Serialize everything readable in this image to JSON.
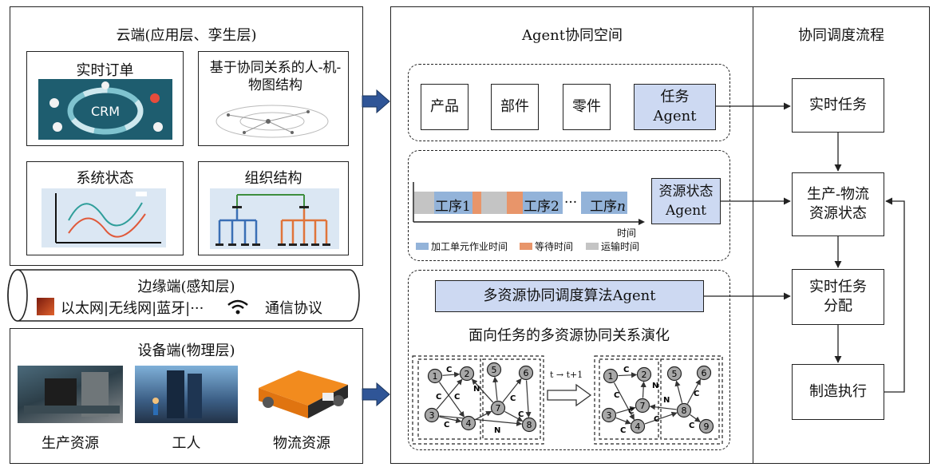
{
  "cloud": {
    "title": "云端(应用层、孪生层)",
    "panels": [
      {
        "label": "实时订单",
        "image_text": "CRM"
      },
      {
        "label": "基于协同关系的人-机-物图结构"
      },
      {
        "label": "系统状态"
      },
      {
        "label": "组织结构"
      }
    ]
  },
  "edge": {
    "title": "边缘端(感知层)",
    "protocols": "以太网|无线网|蓝牙|···",
    "protocol_label": "通信协议"
  },
  "device": {
    "title": "设备端(物理层)",
    "items": [
      "生产资源",
      "工人",
      "物流资源"
    ]
  },
  "agent_space": {
    "title": "Agent协同空间",
    "row1": [
      "产品",
      "部件",
      "零件"
    ],
    "task_agent": "任务\nAgent",
    "timeline": {
      "ops": [
        "工序1",
        "工序2",
        "工序",
        "n"
      ],
      "ellipsis": "···",
      "axis_label": "时间",
      "legend": [
        "加工单元作业时间",
        "等待时间",
        "运输时间"
      ]
    },
    "resource_agent": "资源状态\nAgent",
    "algo_agent": "多资源协同调度算法Agent",
    "evolution_title": "面向任务的多资源协同关系演化",
    "transition_label": "t → t+1"
  },
  "graph": {
    "node_labels": [
      "1",
      "2",
      "3",
      "4",
      "5",
      "6",
      "7",
      "8",
      "9"
    ],
    "edge_labels": [
      "C",
      "N"
    ]
  },
  "flow": {
    "title": "协同调度流程",
    "steps": [
      "实时任务",
      "生产-物流\n资源状态",
      "实时任务\n分配",
      "制造执行"
    ]
  },
  "colors": {
    "agent_fill": "#cdd9f2",
    "process_blue": "#93b3d9",
    "wait_orange": "#e8956a",
    "transport_gray": "#c4c4c4",
    "node_fill": "#a8a8a8",
    "arrow_blue": "#2f5597"
  }
}
